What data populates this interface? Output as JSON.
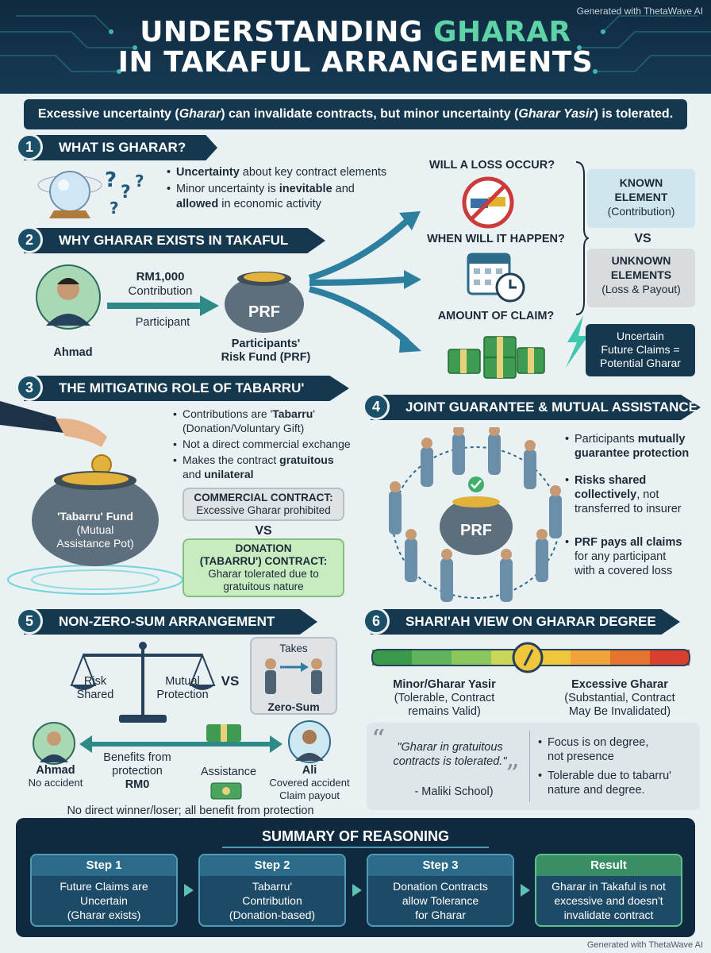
{
  "header": {
    "credit": "Generated with ThetaWave AI",
    "title_line1_part1": "UNDERSTANDING ",
    "title_line1_highlight": "GHARAR",
    "title_line2": "IN TAKAFUL ARRANGEMENTS"
  },
  "banner": {
    "part1": "Excessive uncertainty (",
    "term1": "Gharar",
    "part2": ") can invalidate contracts, but minor uncertainty (",
    "term2": "Gharar Yasir",
    "part3": ") is tolerated."
  },
  "sections": {
    "s1": {
      "num": "1",
      "title": "WHAT IS GHARAR?",
      "b1_bold": "Uncertainty",
      "b1_rest": " about key contract elements",
      "b2_a": "Minor uncertainty is ",
      "b2_bold1": "inevitable",
      "b2_b": " and",
      "b2_bold2": "allowed",
      "b2_c": " in economic activity"
    },
    "s2": {
      "num": "2",
      "title": "WHY GHARAR EXISTS IN TAKAFUL",
      "person": "Ahmad",
      "amount": "RM1,000",
      "contribution": "Contribution",
      "participant": "Participant",
      "pot_label": "PRF",
      "fund_line1": "Participants'",
      "fund_line2": "Risk Fund (PRF)"
    },
    "questions": {
      "q1": "WILL A LOSS OCCUR?",
      "q2": "WHEN WILL IT HAPPEN?",
      "q3": "AMOUNT OF CLAIM?"
    },
    "known": {
      "title_a": "KNOWN",
      "title_b": "ELEMENT",
      "sub": "(Contribution)"
    },
    "vs": "VS",
    "unknown": {
      "title_a": "UNKNOWN",
      "title_b": "ELEMENTS",
      "sub": "(Loss & Payout)"
    },
    "uncertain": {
      "l1": "Uncertain",
      "l2": "Future Claims =",
      "l3": "Potential Gharar"
    },
    "s3": {
      "num": "3",
      "title": "THE MITIGATING ROLE OF TABARRU'",
      "b1_a": "Contributions are '",
      "b1_bold": "Tabarru",
      "b1_b": "'",
      "b1_sub": "(Donation/Voluntary Gift)",
      "b2": "Not a direct commercial exchange",
      "b3_a": "Makes the contract ",
      "b3_bold1": "gratuitous",
      "b3_b": "and ",
      "b3_bold2": "unilateral",
      "fund_l1": "'Tabarru' Fund",
      "fund_l2": "(Mutual",
      "fund_l3": "Assistance Pot)",
      "commercial_title": "COMMERCIAL CONTRACT:",
      "commercial_body": "Excessive Gharar prohibited",
      "vs": "VS",
      "donation_t1": "DONATION",
      "donation_t2": "(TABARRU') CONTRACT:",
      "donation_b1": "Gharar tolerated due to",
      "donation_b2": "gratuitous nature"
    },
    "s4": {
      "num": "4",
      "title": "JOINT GUARANTEE & MUTUAL ASSISTANCE",
      "pot_label": "PRF",
      "b1_a": "Participants ",
      "b1_bold": "mutually",
      "b1_bold2": "guarantee protection",
      "b2_bold": "Risks shared",
      "b2_bold2": "collectively",
      "b2_rest": ", not",
      "b2_rest2": "transferred to insurer",
      "b3_bold": "PRF pays all claims",
      "b3_rest1": "for any participant",
      "b3_rest2": "with a covered loss"
    },
    "s5": {
      "num": "5",
      "title": "NON-ZERO-SUM ARRANGEMENT",
      "risk_l1": "Risk",
      "risk_l2": "Shared",
      "mutual_l1": "Mutual",
      "mutual_l2": "Protection",
      "vs": "VS",
      "takes": "Takes",
      "zero_sum": "Zero-Sum",
      "ahmad": "Ahmad",
      "ahmad_sub": "No accident",
      "benefits_l1": "Benefits from",
      "benefits_l2": "protection",
      "benefits_l3": "RM0",
      "assistance": "Assistance",
      "ali": "Ali",
      "ali_l1": "Covered accident",
      "ali_l2": "Claim payout",
      "footer": "No direct winner/loser; all benefit from protection"
    },
    "s6": {
      "num": "6",
      "title": "SHARI'AH VIEW ON GHARAR DEGREE",
      "minor_t": "Minor/Gharar Yasir",
      "minor_l1": "(Tolerable, Contract",
      "minor_l2": "remains Valid)",
      "exc_t": "Excessive Gharar",
      "exc_l1": "(Substantial, Contract",
      "exc_l2": "May Be Invalidated)",
      "quote_l1": "\"Gharar in gratuitous",
      "quote_l2": "contracts is tolerated.\"",
      "quote_src": "- Maliki School)",
      "b1_l1": "Focus is on degree,",
      "b1_l2": "not presence",
      "b2_l1": "Tolerable due to tabarru'",
      "b2_l2": "nature and degree."
    }
  },
  "summary": {
    "title": "SUMMARY OF REASONING",
    "steps": [
      {
        "head": "Step 1",
        "l1": "Future Claims are",
        "l2": "Uncertain",
        "l3": "(Gharar exists)"
      },
      {
        "head": "Step 2",
        "l1": "Tabarru'",
        "l2": "Contribution",
        "l3": "(Donation-based)"
      },
      {
        "head": "Step 3",
        "l1": "Donation Contracts",
        "l2": "allow Tolerance",
        "l3": "for Gharar"
      },
      {
        "head": "Result",
        "l1": "Gharar in Takaful is not",
        "l2": "excessive and doesn't",
        "l3": "invalidate contract"
      }
    ]
  },
  "footer_credit": "Generated with ThetaWave AI",
  "colors": {
    "navy": "#15384f",
    "green_accent": "#5fd3a6",
    "teal": "#2d8a86"
  }
}
